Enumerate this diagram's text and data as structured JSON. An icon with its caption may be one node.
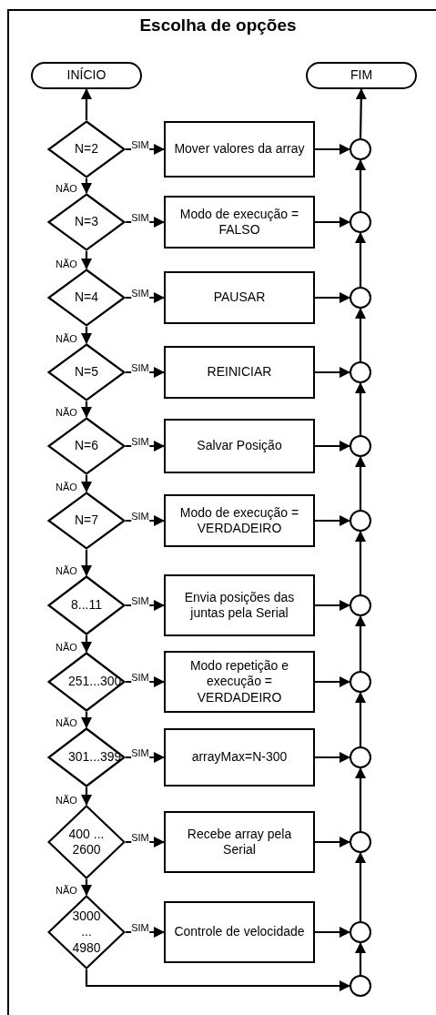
{
  "diagram": {
    "title": "Escolha de opções",
    "nodes": [
      {
        "text": [
          "INÍCIO"
        ]
      },
      {
        "text": [
          "FIM"
        ]
      },
      {
        "text": [
          "N=2"
        ]
      },
      {
        "text": [
          "Mover valores da array"
        ]
      },
      {
        "text": [],
        "shape": "circle"
      },
      {
        "text": [
          "N=3"
        ]
      },
      {
        "text": [
          "Modo de execução = FALSO"
        ]
      },
      {
        "text": [],
        "shape": "circle"
      },
      {
        "text": [
          "N=4"
        ]
      },
      {
        "text": [
          "PAUSAR"
        ]
      },
      {
        "text": [],
        "shape": "circle"
      },
      {
        "text": [
          "N=5"
        ]
      },
      {
        "text": [
          "REINICIAR"
        ]
      },
      {
        "text": [],
        "shape": "circle"
      },
      {
        "text": [
          "N=6"
        ]
      },
      {
        "text": [
          "Salvar Posição"
        ]
      },
      {
        "text": [],
        "shape": "circle"
      },
      {
        "text": [
          "N=7"
        ]
      },
      {
        "text": [
          "Modo de execução = VERDADEIRO"
        ]
      },
      {
        "text": [],
        "shape": "circle"
      },
      {
        "text": [
          "8...11"
        ]
      },
      {
        "text": [
          "Envia posições das juntas pela Serial"
        ]
      },
      {
        "text": [],
        "shape": "circle"
      },
      {
        "text": [
          "251...300"
        ]
      },
      {
        "text": [
          "Modo repetição e execução = VERDADEIRO"
        ]
      },
      {
        "text": [],
        "shape": "circle"
      },
      {
        "text": [
          "301...399"
        ]
      },
      {
        "text": [
          "arrayMax=N-300"
        ]
      },
      {
        "text": [],
        "shape": "circle"
      },
      {
        "text": [
          "400 ... 2600"
        ]
      },
      {
        "text": [
          "Recebe array pela Serial"
        ]
      },
      {
        "text": [],
        "shape": "circle"
      },
      {
        "text": [
          "3000 ... 4980"
        ]
      },
      {
        "text": [
          "Controle de velocidade"
        ]
      },
      {
        "text": [],
        "shape": "circle"
      },
      {
        "text": [],
        "shape": "circle"
      }
    ],
    "edges": [
      {
        "from": 2,
        "to": 0,
        "arrow": "to"
      },
      {
        "from": 4,
        "to": 1,
        "arrow": "to"
      },
      {
        "from": 2,
        "to": 3,
        "arrow": "to",
        "label": "SIM"
      },
      {
        "from": 3,
        "to": 4,
        "arrow": "to"
      },
      {
        "from": 2,
        "to": 5,
        "arrow": "to",
        "label": "NÃO"
      },
      {
        "from": 5,
        "to": 6,
        "arrow": "to",
        "label": "SIM"
      },
      {
        "from": 6,
        "to": 7,
        "arrow": "to"
      },
      {
        "from": 7,
        "to": 4,
        "arrow": "to"
      },
      {
        "from": 5,
        "to": 8,
        "arrow": "to",
        "label": "NÃO"
      },
      {
        "from": 8,
        "to": 9,
        "arrow": "to",
        "label": "SIM"
      },
      {
        "from": 9,
        "to": 10,
        "arrow": "to"
      },
      {
        "from": 10,
        "to": 7,
        "arrow": "to"
      },
      {
        "from": 8,
        "to": 11,
        "arrow": "to",
        "label": "NÃO"
      },
      {
        "from": 11,
        "to": 12,
        "arrow": "to",
        "label": "SIM"
      },
      {
        "from": 12,
        "to": 13,
        "arrow": "to"
      },
      {
        "from": 13,
        "to": 10,
        "arrow": "to"
      },
      {
        "from": 11,
        "to": 14,
        "arrow": "to",
        "label": "NÃO"
      },
      {
        "from": 14,
        "to": 15,
        "arrow": "to",
        "label": "SIM"
      },
      {
        "from": 15,
        "to": 16,
        "arrow": "to"
      },
      {
        "from": 16,
        "to": 13,
        "arrow": "to"
      },
      {
        "from": 14,
        "to": 17,
        "arrow": "to",
        "label": "NÃO"
      },
      {
        "from": 17,
        "to": 18,
        "arrow": "to",
        "label": "SIM"
      },
      {
        "from": 18,
        "to": 19,
        "arrow": "to"
      },
      {
        "from": 19,
        "to": 16,
        "arrow": "to"
      },
      {
        "from": 17,
        "to": 20,
        "arrow": "to",
        "label": "NÃO"
      },
      {
        "from": 20,
        "to": 21,
        "arrow": "to",
        "label": "SIM"
      },
      {
        "from": 21,
        "to": 22,
        "arrow": "to"
      },
      {
        "from": 22,
        "to": 19,
        "arrow": "to"
      },
      {
        "from": 20,
        "to": 23,
        "arrow": "to",
        "label": "NÃO"
      },
      {
        "from": 23,
        "to": 24,
        "arrow": "to",
        "label": "SIM"
      },
      {
        "from": 24,
        "to": 25,
        "arrow": "to"
      },
      {
        "from": 25,
        "to": 22,
        "arrow": "to"
      },
      {
        "from": 23,
        "to": 26,
        "arrow": "to",
        "label": "NÃO"
      },
      {
        "from": 26,
        "to": 27,
        "arrow": "to",
        "label": "SIM"
      },
      {
        "from": 27,
        "to": 28,
        "arrow": "to"
      },
      {
        "from": 28,
        "to": 25,
        "arrow": "to"
      },
      {
        "from": 26,
        "to": 29,
        "arrow": "to",
        "label": "NÃO"
      },
      {
        "from": 29,
        "to": 30,
        "arrow": "to",
        "label": "SIM"
      },
      {
        "from": 30,
        "to": 31,
        "arrow": "to"
      },
      {
        "from": 31,
        "to": 28,
        "arrow": "to"
      },
      {
        "from": 29,
        "to": 32,
        "arrow": "to",
        "label": "NÃO"
      },
      {
        "from": 32,
        "to": 33,
        "arrow": "to",
        "label": "SIM"
      },
      {
        "from": 33,
        "to": 34,
        "arrow": "to"
      },
      {
        "from": 34,
        "to": 31,
        "arrow": "to"
      },
      {
        "from": 32,
        "to": 35,
        "arrow": "to"
      },
      {
        "from": 35,
        "to": 34,
        "arrow": "to"
      }
    ]
  }
}
